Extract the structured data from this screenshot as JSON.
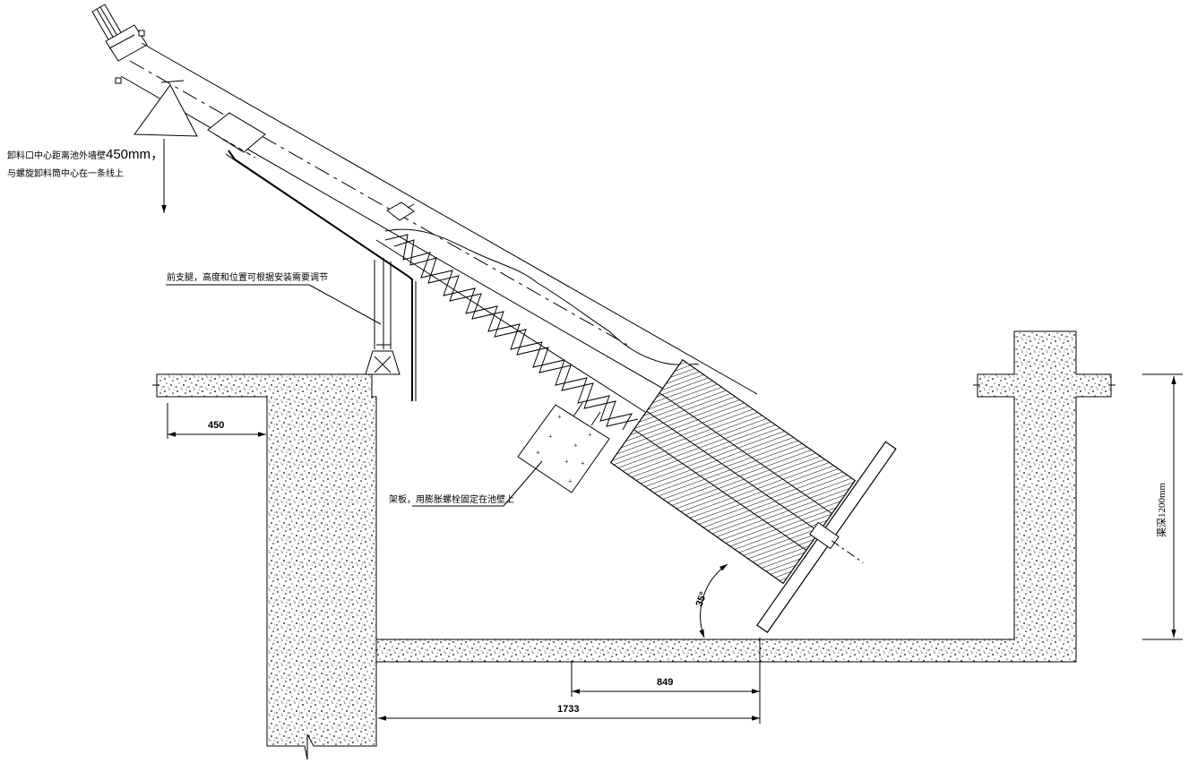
{
  "annotations": {
    "discharge_line1": "卸料口中心距离池外墙壁",
    "discharge_value": "450mm，",
    "discharge_line2": "与螺旋卸料筒中心在一条线上",
    "support_leg": "前支腿，高度和位置可根据安装需要调节",
    "bracket": "架板，用膨胀螺栓固定在池壁上"
  },
  "dimensions": {
    "wall_offset": "450",
    "screen_span": "849",
    "total_span": "1733",
    "channel_depth": "渠深1200mm",
    "angle": "35°"
  }
}
